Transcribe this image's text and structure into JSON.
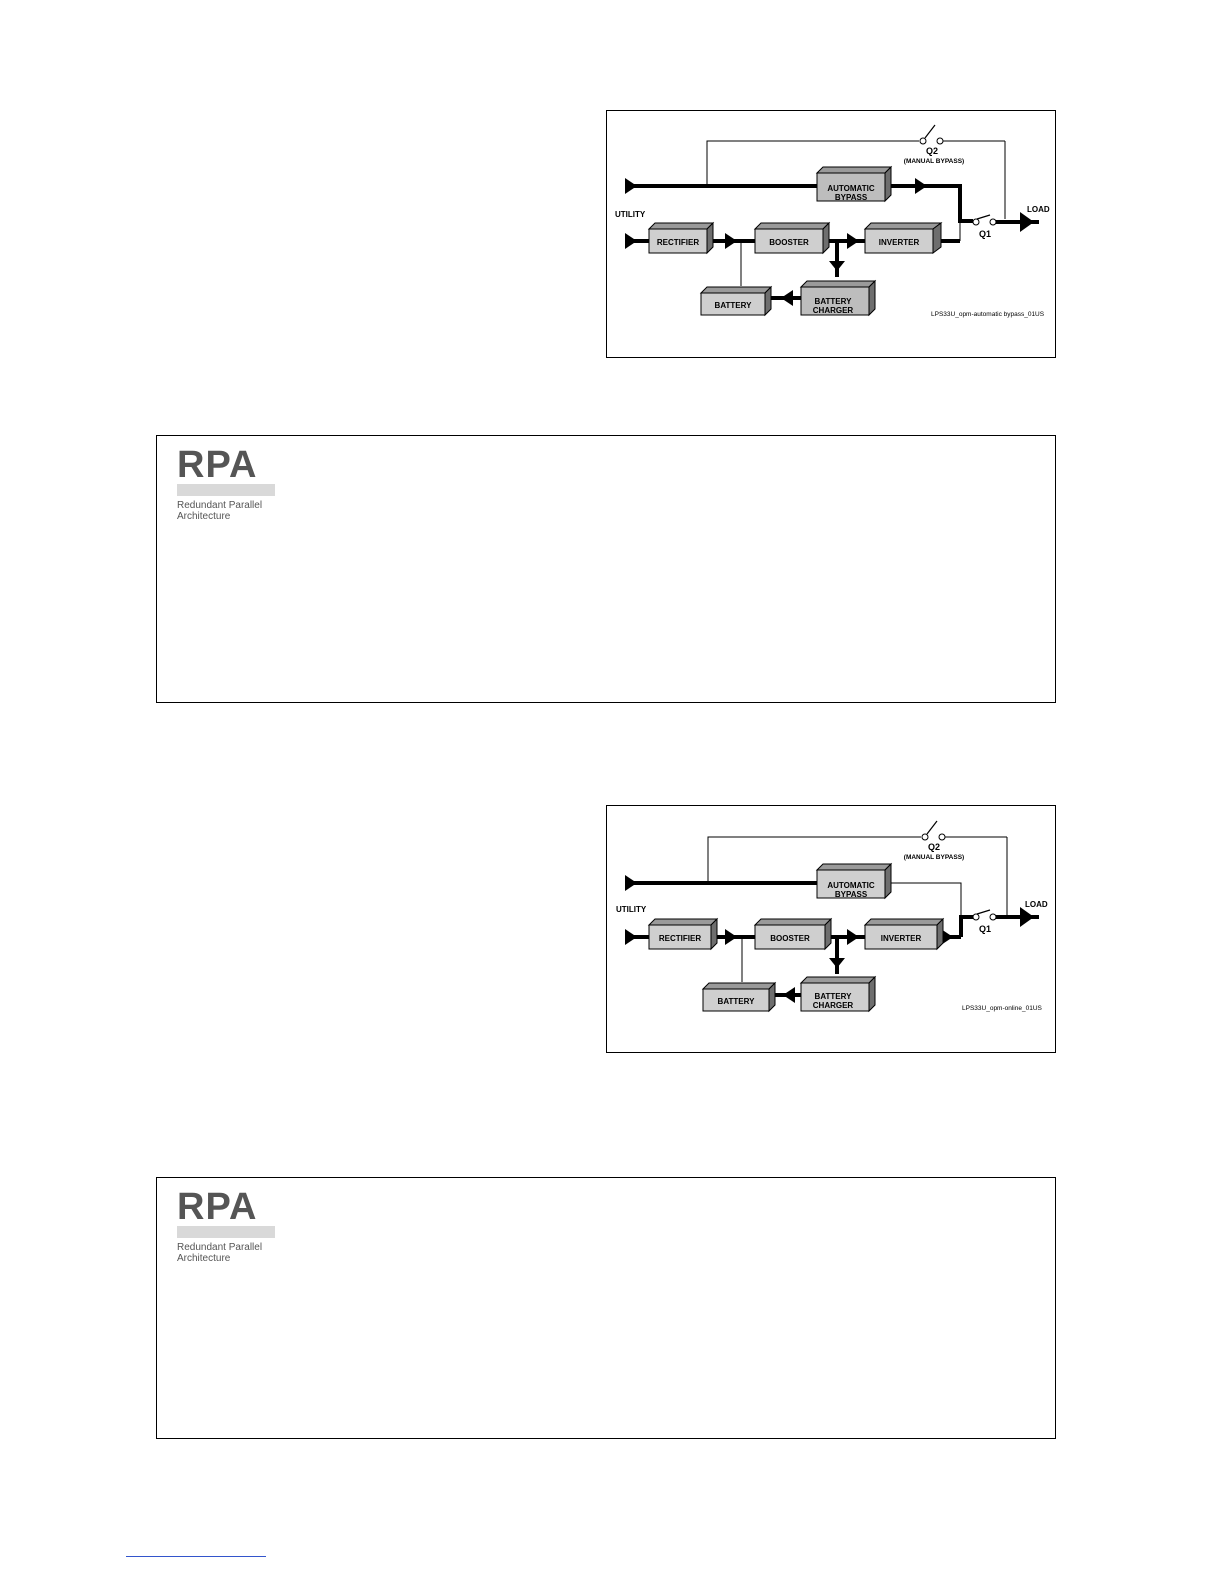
{
  "diagrams": [
    {
      "id": "automatic-bypass",
      "labels": {
        "utility": "UTILITY",
        "load": "LOAD",
        "q1": "Q1",
        "q2": "Q2",
        "manual_bypass": "(MANUAL BYPASS)",
        "automatic": "AUTOMATIC",
        "bypass": "BYPASS",
        "rectifier": "RECTIFIER",
        "booster": "BOOSTER",
        "inverter": "INVERTER",
        "battery": "BATTERY",
        "battery_charger_1": "BATTERY",
        "battery_charger_2": "CHARGER",
        "caption": "LPS33U_opm-automatic bypass_01US"
      }
    },
    {
      "id": "online",
      "labels": {
        "utility": "UTILITY",
        "load": "LOAD",
        "q1": "Q1",
        "q2": "Q2",
        "manual_bypass": "(MANUAL BYPASS)",
        "automatic": "AUTOMATIC",
        "bypass": "BYPASS",
        "rectifier": "RECTIFIER",
        "booster": "BOOSTER",
        "inverter": "INVERTER",
        "battery": "BATTERY",
        "battery_charger_1": "BATTERY",
        "battery_charger_2": "CHARGER",
        "caption": "LPS33U_opm-online_01US"
      }
    }
  ],
  "rpa": {
    "mark": "RPA",
    "line1": "Redundant Parallel",
    "line2": "Architecture"
  }
}
